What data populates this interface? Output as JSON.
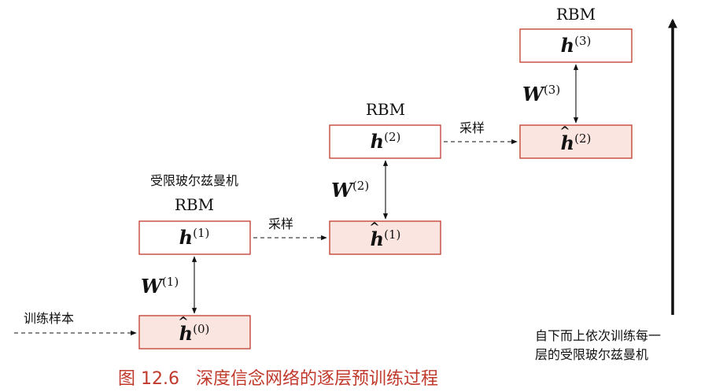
{
  "diagram": {
    "layers": [
      {
        "rbm_label": "RBM",
        "extra_label": "受限玻尔兹曼机",
        "hidden": {
          "var": "h",
          "sup": "(1)"
        },
        "visible": {
          "var": "h",
          "hat": "^",
          "sup": "(0)"
        },
        "weight": {
          "var": "W",
          "sup": "(1)"
        }
      },
      {
        "rbm_label": "RBM",
        "hidden": {
          "var": "h",
          "sup": "(2)"
        },
        "visible": {
          "var": "h",
          "hat": "^",
          "sup": "(1)"
        },
        "weight": {
          "var": "W",
          "sup": "(2)"
        },
        "sample_label": "采样"
      },
      {
        "rbm_label": "RBM",
        "hidden": {
          "var": "h",
          "sup": "(3)"
        },
        "visible": {
          "var": "h",
          "hat": "^",
          "sup": "(2)"
        },
        "weight": {
          "var": "W",
          "sup": "(3)"
        },
        "sample_label": "采样"
      }
    ],
    "input_label": "训练样本",
    "direction_label": [
      "自下而上依次训练每一",
      "层的受限玻尔兹曼机"
    ],
    "caption": "图 12.6   深度信念网络的逐层预训练过程",
    "colors": {
      "box_stroke": "#c0392b",
      "box_fill": "#fbe5e0",
      "caption": "#c0392b"
    }
  }
}
